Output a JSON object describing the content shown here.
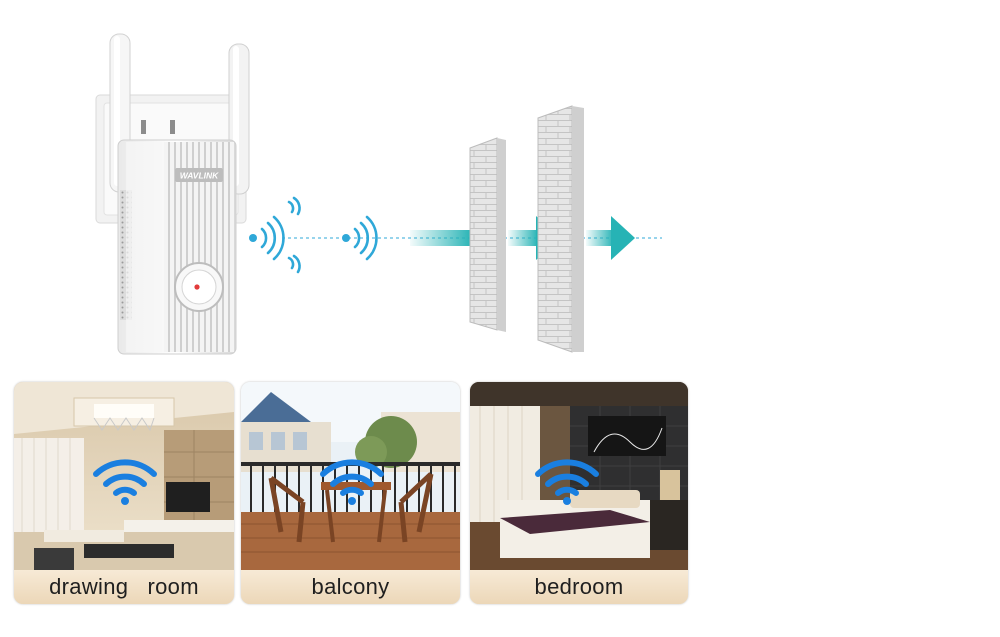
{
  "device": {
    "brand": "WAVLINK"
  },
  "rooms": [
    {
      "label": "drawing   room",
      "scene": "drawing-room"
    },
    {
      "label": "balcony",
      "scene": "balcony"
    },
    {
      "label": "bedroom",
      "scene": "bedroom"
    }
  ],
  "colors": {
    "signal": "#2fa8d8",
    "arrow": "#26b3b5",
    "wifi": "#1a7fe0",
    "wall": "#d9d9d9"
  }
}
